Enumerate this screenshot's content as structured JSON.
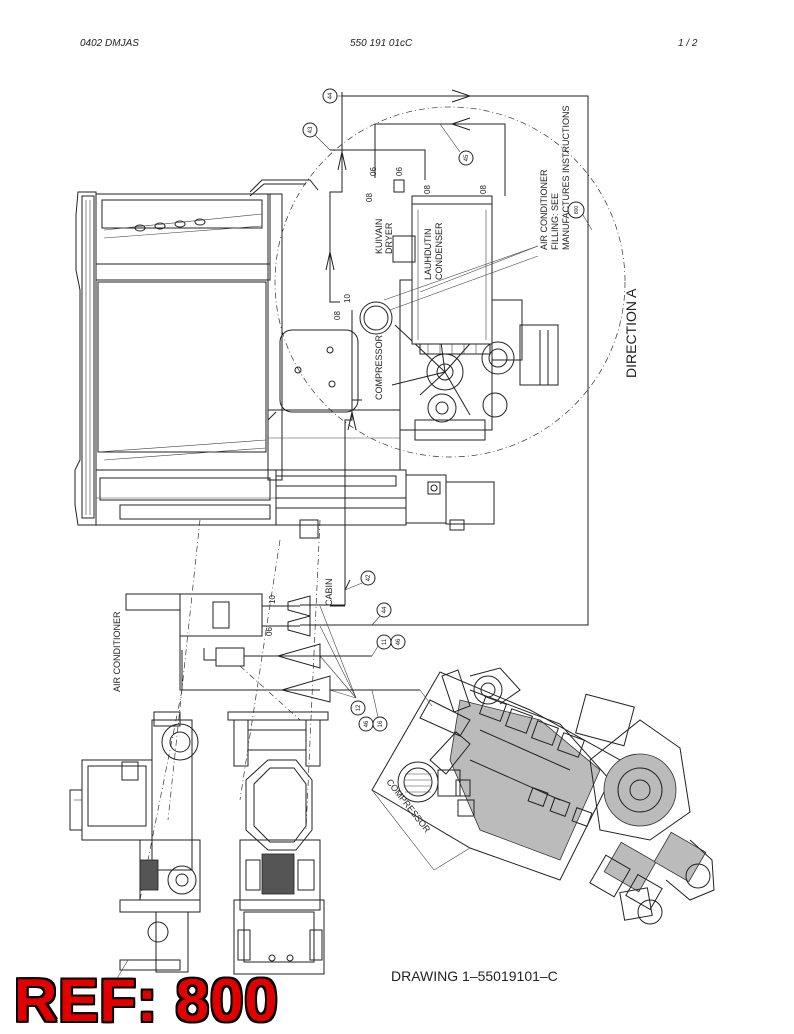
{
  "header": {
    "left": "0402 DMJAS",
    "center": "550 191 01cC",
    "right": "1 /  2"
  },
  "labels": {
    "air_conditioner_filling": [
      "AIR CONDITIONER",
      "FILLING: SEE",
      "MANUFACTURES INSTRUCTIONS"
    ],
    "dryer": [
      "KUIVAIN",
      "DRYER"
    ],
    "condenser": [
      "LAUHDUTIN",
      "CONDENSER"
    ],
    "compressor_top": "COMPRESSOR",
    "direction": "DIRECTION A",
    "air_conditioner_unit": "AIR CONDITIONER",
    "cabin": "CABIN",
    "compressor_engine": "COMPRESSOR",
    "port_08_a": "08",
    "port_08_b": "08",
    "port_08_c": "08",
    "port_06_a": "06",
    "port_06_b": "06",
    "port_10_a": "10",
    "port_10_b": "10",
    "port_08_d": "08",
    "port_06_c": "06",
    "port_10_c": "10"
  },
  "callouts": {
    "c44_top": "44",
    "c43": "43",
    "c45": "45",
    "c800": "800",
    "c42": "42",
    "c44_mid": "44",
    "c11": "11",
    "c46_a": "46",
    "c12": "12",
    "c16": "16",
    "c46_b": "46"
  },
  "caption": "DRAWING 1–55019101–C",
  "ref_stamp": "REF: 800"
}
